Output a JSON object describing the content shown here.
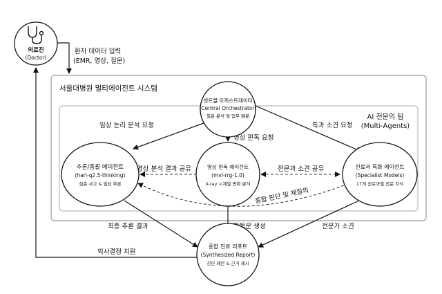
{
  "nodes": {
    "doctor": {
      "title": "의료진",
      "subtitle": "(Doctor)",
      "icon": "stethoscope-icon"
    },
    "orchestrator": {
      "title": "센트럴 오케스트레이터",
      "subtitle": "(Central Orchestrator)",
      "desc": "질문 분석 및 업무 배분"
    },
    "reasoning": {
      "title": "추론/총괄 에이전트",
      "subtitle": "(hari-q2.5-thinking)",
      "desc": "심층 사고 & 임상 추론"
    },
    "imaging": {
      "title": "영상 판독 에이전트",
      "subtitle": "(mvl-rrg-1.0)",
      "desc": "X-ray 시계열 변화 분석"
    },
    "specialist": {
      "title": "진료과 특화 에이전트",
      "subtitle": "(Specialist Models)",
      "desc": "17개 진료과별 전문 지식"
    },
    "report": {
      "title": "종합 진료 리포트",
      "subtitle": "(Synthesized Report)",
      "desc": "진단 제안 & 근거 제시"
    }
  },
  "groups": {
    "system": "서울대병원 멀티에이전트 시스템",
    "team_title": "AI 전문의 팀",
    "team_subtitle": "(Multi-Agents)"
  },
  "edges": {
    "input_line1": "환자 데이터 입력",
    "input_line2": "(EMR, 영상, 질문)",
    "clinical_request": "임상 논리 분석 요청",
    "imaging_request": "영상 판독 요청",
    "specialty_request": "특과 소견 요청",
    "imaging_share": "영상 분석 결과 공유",
    "specialty_share": "전문과 소견 공유",
    "synthesis_query": "종합 판단 및 재질의",
    "final_result": "최종 추론 결과",
    "report_generation": "판독문 생성",
    "expert_opinion": "전문가 소견",
    "decision_support": "의사결정 지원"
  }
}
